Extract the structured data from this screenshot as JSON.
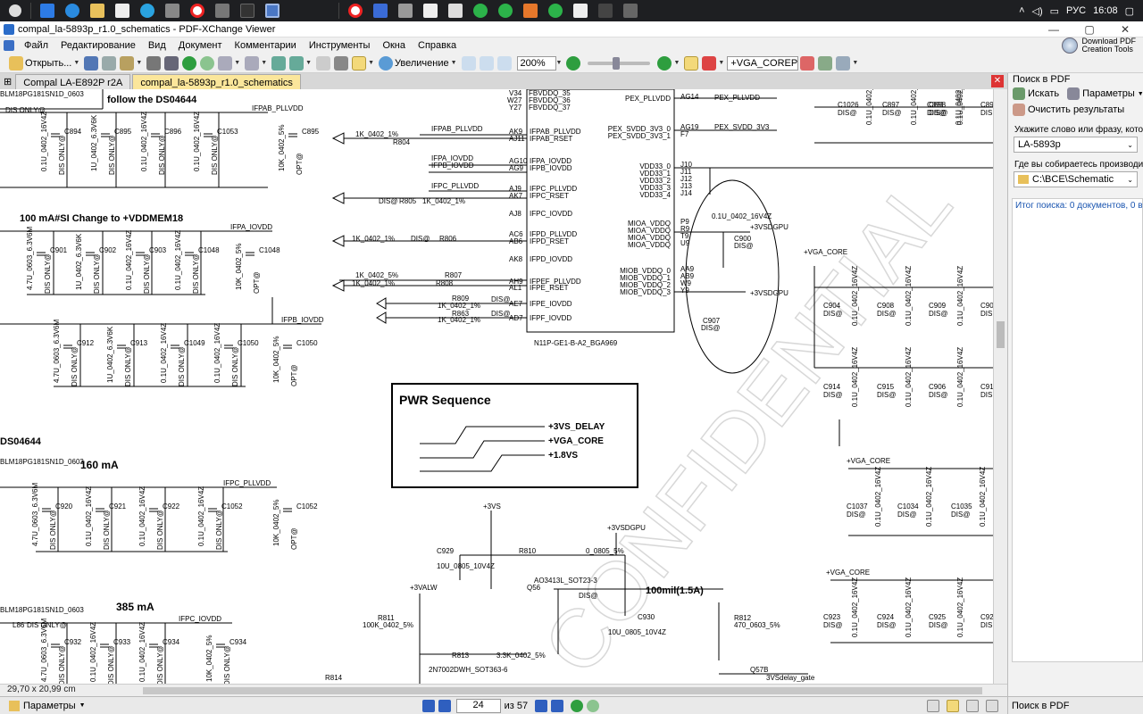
{
  "taskbar": {
    "language": "РУС",
    "clock": "16:08"
  },
  "window": {
    "title": "compal_la-5893p_r1.0_schematics - PDF-XChange Viewer",
    "download_label_1": "Download PDF",
    "download_label_2": "Creation Tools"
  },
  "menu": [
    "Файл",
    "Редактирование",
    "Вид",
    "Документ",
    "Комментарии",
    "Инструменты",
    "Окна",
    "Справка"
  ],
  "toolbar": {
    "open_label": "Открыть...",
    "zoom_label": "Увеличение",
    "zoom_value": "200%",
    "search_text": "+VGA_COREP"
  },
  "tabs": [
    {
      "label": "Compal LA-E892P r2A"
    },
    {
      "label": "compal_la-5893p_r1.0_schematics"
    }
  ],
  "panel": {
    "title": "Поиск в PDF",
    "search_button": "Искать",
    "params_button": "Параметры",
    "clear_button": "Очистить результаты",
    "query_label": "Укажите слово или фразу, кото...",
    "query_value": "LA-5893p",
    "where_label": "Где вы собираетесь производит...",
    "where_value": "C:\\BCE\\Schematic",
    "results_text": "Итог поиска: 0 документов, 0 вх..."
  },
  "status": {
    "page_size": "29,70 x 20,99 cm",
    "options_label": "Параметры",
    "page_current": "24",
    "page_total": "из 57",
    "find_panel": "Поиск в PDF"
  },
  "schematic": {
    "watermark": "CONFIDENTIAL",
    "pwr_title": "PWR Sequence",
    "pwr_signals": [
      "+3VS_DELAY",
      "+VGA_CORE",
      "+1.8VS"
    ],
    "heading_follow": "follow the DS04644",
    "heading_100ma": "100 mA#SI Change to +VDDMEM18",
    "heading_160ma": "160 mA",
    "heading_385ma": "385 mA",
    "heading_ds": "DS04644",
    "heading_100mil": "100mil(1.5A)",
    "chip_name": "N11P-GE1-B-A2_BGA969",
    "chip_left_pins": [
      "IFPAB_PLLVDD",
      "IFPAB_RSET",
      "IFPA_IOVDD",
      "IFPB_IOVDD",
      "IFPC_PLLVDD",
      "IFPC_RSET",
      "IFPC_IOVDD",
      "IFPD_PLLVDD",
      "IFPD_RSET",
      "IFPD_IOVDD",
      "IFPEF_PLLVDD",
      "IFPE_RSET",
      "IFPE_IOVDD",
      "IFPF_IOVDD"
    ],
    "chip_left_pinnums": [
      "AK9",
      "AJ11",
      "AG10",
      "AG9",
      "AJ9",
      "AK7",
      "AJ8",
      "AC6",
      "AB6",
      "AK8",
      "AH9",
      "AL1",
      "AE7",
      "AD7"
    ],
    "chip_top_pins": [
      "FBVDDQ_35",
      "FBVDDQ_36",
      "FBVDDQ_37"
    ],
    "chip_top_nums": [
      "V34",
      "W27",
      "Y27"
    ],
    "chip_right_pins": [
      "PEX_PLLVDD",
      "PEX_SVDD_3V3_0",
      "PEX_SVDD_3V3_1",
      "VDD33_0",
      "VDD33_1",
      "VDD33_2",
      "VDD33_3",
      "VDD33_4",
      "MIOA_VDDQ",
      "MIOA_VDDQ",
      "MIOA_VDDQ",
      "MIOA_VDDQ",
      "MIOB_VDDQ_0",
      "MIOB_VDDQ_1",
      "MIOB_VDDQ_2",
      "MIOB_VDDQ_3"
    ],
    "chip_right_nums": [
      "AG14",
      "AG19",
      "F7",
      "J10",
      "J11",
      "J12",
      "J13",
      "J14",
      "P9",
      "R9",
      "T9",
      "U9",
      "AA9",
      "AB9",
      "W9",
      "Y9"
    ],
    "nets_right": [
      "PEX_PLLVDD",
      "PEX_SVDD_3V3"
    ],
    "left_resistors": [
      {
        "value": "1K_0402_1%",
        "ref": "R804"
      },
      {
        "value": "1K_0402_1%",
        "ref": "R805"
      },
      {
        "value": "1K_0402_1%",
        "ref": "R806"
      },
      {
        "value": "1K_0402_5%",
        "ref": "R807"
      },
      {
        "value": "1K_0402_1%",
        "ref": "R808"
      },
      {
        "value": "1K_0402_1%",
        "ref": "R809"
      },
      {
        "value": "1K_0402_1%",
        "ref": "R863"
      }
    ],
    "cap_rows": [
      {
        "net": "IFPAB_PLLVDD",
        "caps": [
          "C894",
          "C895",
          "C896",
          "C1053",
          "C895"
        ],
        "values": [
          "0.1U_0402_16V4Z",
          "1U_0402_6.3V6K",
          "0.1U_0402_16V4Z",
          "0.1U_0402_16V4Z",
          "10K_0402_5%"
        ]
      },
      {
        "net": "IFPA_IOVDD",
        "caps": [
          "C901",
          "C902",
          "C903",
          "C1048",
          "C1048"
        ],
        "values": [
          "4.7U_0603_6.3V6M",
          "1U_0402_6.3V6K",
          "0.1U_0402_16V4Z",
          "0.1U_0402_16V4Z",
          "10K_0402_5%"
        ]
      },
      {
        "net": "IFPB_IOVDD",
        "caps": [
          "C912",
          "C913",
          "C1049",
          "C1050",
          "C1050"
        ],
        "values": [
          "4.7U_0603_6.3V6M",
          "1U_0402_6.3V6K",
          "0.1U_0402_16V4Z",
          "0.1U_0402_16V4Z",
          "10K_0402_5%"
        ]
      },
      {
        "net": "IFPC_PLLVDD",
        "caps": [
          "C920",
          "C921",
          "C922",
          "C1052",
          "C1052"
        ],
        "values": [
          "4.7U_0603_6.3V6M",
          "0.1U_0402_16V4Z",
          "0.1U_0402_16V4Z",
          "0.1U_0402_16V4Z",
          "10K_0402_5%"
        ]
      },
      {
        "net": "IFPC_IOVDD",
        "caps": [
          "C932",
          "C933",
          "C934",
          "C934"
        ],
        "values": [
          "4.7U_0603_6.3V6M",
          "0.1U_0402_16V4Z",
          "0.1U_0402_16V4Z",
          "10K_0402_5%"
        ]
      }
    ],
    "right_caps_top": [
      "C891",
      "C1026",
      "C897",
      "C898",
      "C89"
    ],
    "right_caps_vga1": [
      "C904",
      "C908",
      "C909",
      "C90"
    ],
    "right_caps_vga2": [
      "C914",
      "C915",
      "C906",
      "C91"
    ],
    "right_caps_vga3": [
      "C1037",
      "C1034",
      "C1035"
    ],
    "right_caps_vga4": [
      "C923",
      "C924",
      "C925",
      "C92"
    ],
    "vga_core": "+VGA_CORE",
    "v3vsdgpu": "+3VSDGPU",
    "v3vs": "+3VS",
    "v3valw": "+3VALW",
    "mosfet": "AO3413L_SOT23-3",
    "q_ref": "Q56",
    "q_ref2": "Q57B",
    "r810": "R810",
    "r810_val": "0_0805_5%",
    "r811": "R811",
    "r811_val": "100K_0402_5%",
    "r812": "R812",
    "r812_val": "470_0603_5%",
    "r813": "R813",
    "r813_val": "3.3K_0402_5%",
    "r814": "R814",
    "c929": "C929",
    "c929_val": "10U_0805_10V4Z",
    "c930": "C930",
    "c930_val": "10U_0805_10V4Z",
    "c900": "C900",
    "c907": "C907",
    "cap_01u": "0.1U_0402_16V4Z",
    "q2n7002": "2N7002DWH_SOT363-6",
    "gate_net": "3VSdelay_gate",
    "sot363": "H_SOT363-6",
    "dis": "DIS@",
    "dis_only": "DIS ONLY@",
    "opt": "OPT@",
    "bead": "BLM18PG181SN1D_0603",
    "l86": "L86"
  }
}
